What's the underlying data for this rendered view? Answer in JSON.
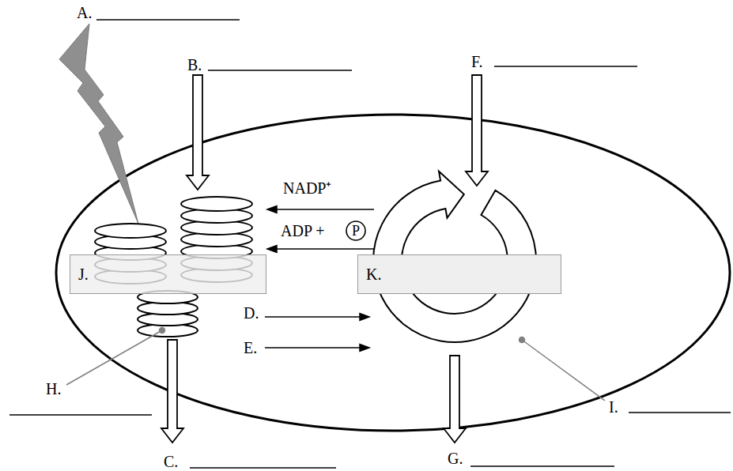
{
  "diagram": {
    "nodes": [
      {
        "text": [
          "P"
        ]
      },
      {
        "text": [
          "J."
        ]
      },
      {
        "text": [
          "K."
        ]
      }
    ],
    "labels": [
      "A.",
      "B.",
      "F.",
      "NADP⁺",
      "ADP +",
      "D.",
      "E.",
      "H.",
      "I.",
      "C.",
      "G."
    ]
  }
}
